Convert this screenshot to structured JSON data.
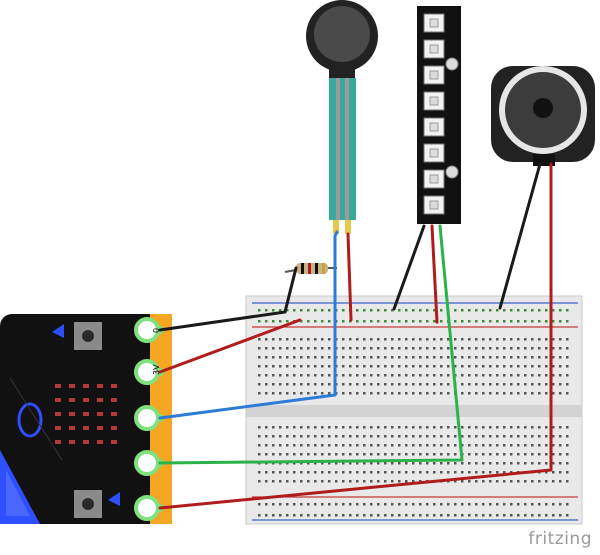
{
  "canvas": {
    "background": "#ffffff"
  },
  "watermark": {
    "text": "fritzing"
  },
  "microbit": {
    "board_color": "#111111",
    "edge_color": "#f5a623",
    "accent_color": "#2f4fff",
    "led_color": "#b43a3a",
    "led_rows": 5,
    "led_cols": 5,
    "pins": [
      {
        "label": "0",
        "wire_color": "#1a1a1a"
      },
      {
        "label": "3V",
        "wire_color": "#b01c1c"
      },
      {
        "label": "",
        "wire_color": "#2c7bd6"
      },
      {
        "label": "",
        "wire_color": "#2bb34a"
      },
      {
        "label": "",
        "wire_color": "#b01c1c"
      }
    ]
  },
  "components": {
    "force_sensor": {
      "name": "force-sensitive-resistor",
      "color": "#222222",
      "lead_color": "#3aa89c"
    },
    "neopixel_strip": {
      "name": "neopixel-stick",
      "pixel_count": 8
    },
    "speaker": {
      "name": "speaker",
      "cone_color": "#e6e6e6"
    },
    "resistor": {
      "name": "resistor"
    }
  },
  "breadboard": {
    "rail_top_color": "#3a63c8",
    "rail_bottom_color": "#c83a3a",
    "body_color": "#e9e9e9"
  },
  "wires": {
    "black": "#1a1a1a",
    "red": "#b01c1c",
    "blue": "#2c7bd6",
    "green": "#2bb34a"
  }
}
